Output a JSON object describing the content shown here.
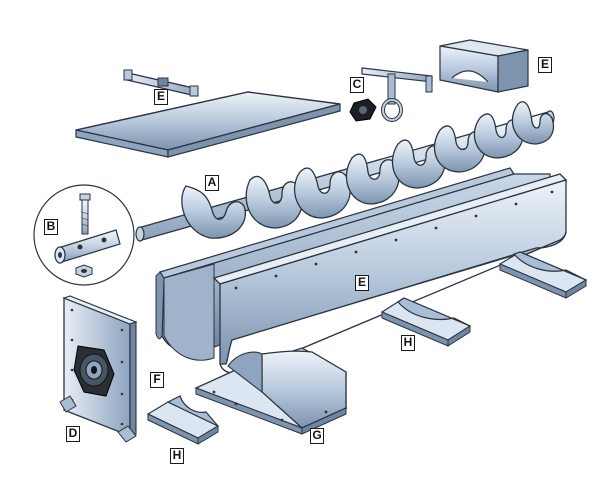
{
  "labels": {
    "A": "A",
    "B": "B",
    "C": "C",
    "D": "D",
    "E": "E",
    "F": "F",
    "G": "G",
    "H": "H"
  },
  "colors": {
    "metal_light": "#dce6f2",
    "metal_mid": "#a9bdd4",
    "metal_dark": "#6f86a3",
    "outline": "#2b3440"
  }
}
